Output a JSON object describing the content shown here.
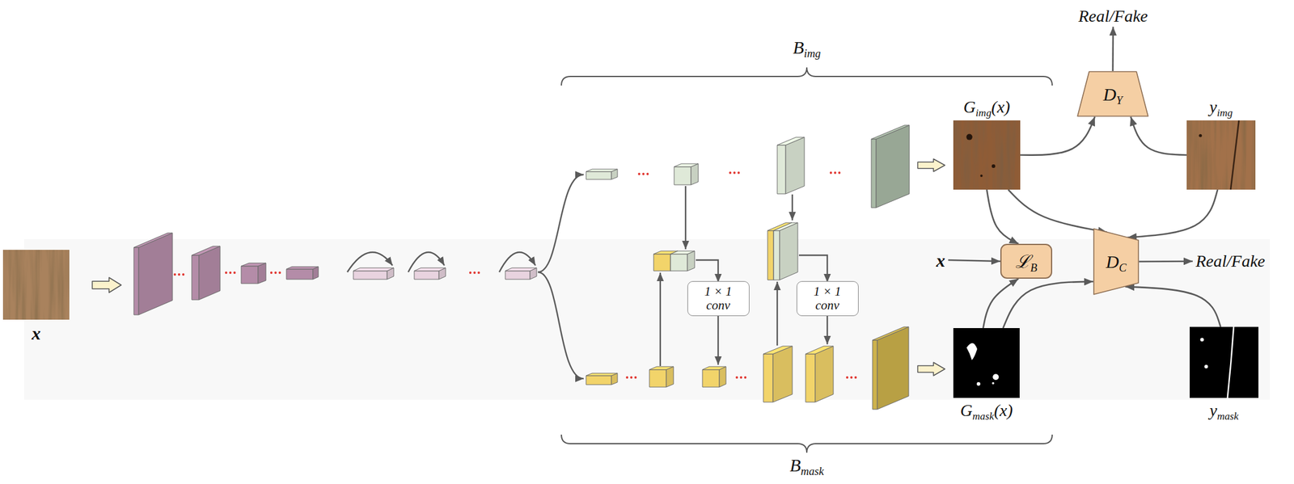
{
  "diagram": {
    "nodes": [
      {
        "text": [
          "x"
        ]
      },
      {
        "text": [
          "1 × 1 conv"
        ]
      },
      {
        "text": [
          "1 × 1 conv"
        ]
      },
      {
        "text": [
          "Gimg(x)"
        ]
      },
      {
        "text": [
          "Gmask(x)"
        ]
      },
      {
        "text": [
          "x"
        ]
      },
      {
        "text": [
          "ℒB"
        ]
      },
      {
        "text": [
          "DY"
        ]
      },
      {
        "text": [
          "Real/Fake"
        ]
      },
      {
        "text": [
          "yimg"
        ]
      },
      {
        "text": [
          "DC"
        ]
      },
      {
        "text": [
          "Real/Fake"
        ]
      },
      {
        "text": [
          "ymask"
        ]
      }
    ],
    "edges": [
      {
        "from": 3,
        "to": 7,
        "arrow": "to"
      },
      {
        "from": 9,
        "to": 7,
        "arrow": "to"
      },
      {
        "from": 7,
        "to": 8,
        "arrow": "to"
      },
      {
        "from": 3,
        "to": 6,
        "arrow": "to"
      },
      {
        "from": 3,
        "to": 10,
        "arrow": "to"
      },
      {
        "from": 9,
        "to": 10,
        "arrow": "to"
      },
      {
        "from": 5,
        "to": 6,
        "arrow": "to"
      },
      {
        "from": 4,
        "to": 6,
        "arrow": "to"
      },
      {
        "from": 4,
        "to": 10,
        "arrow": "to"
      },
      {
        "from": 12,
        "to": 10,
        "arrow": "to"
      },
      {
        "from": 10,
        "to": 11,
        "arrow": "to"
      }
    ],
    "labels": [
      "Bimg",
      "Bmask"
    ]
  }
}
